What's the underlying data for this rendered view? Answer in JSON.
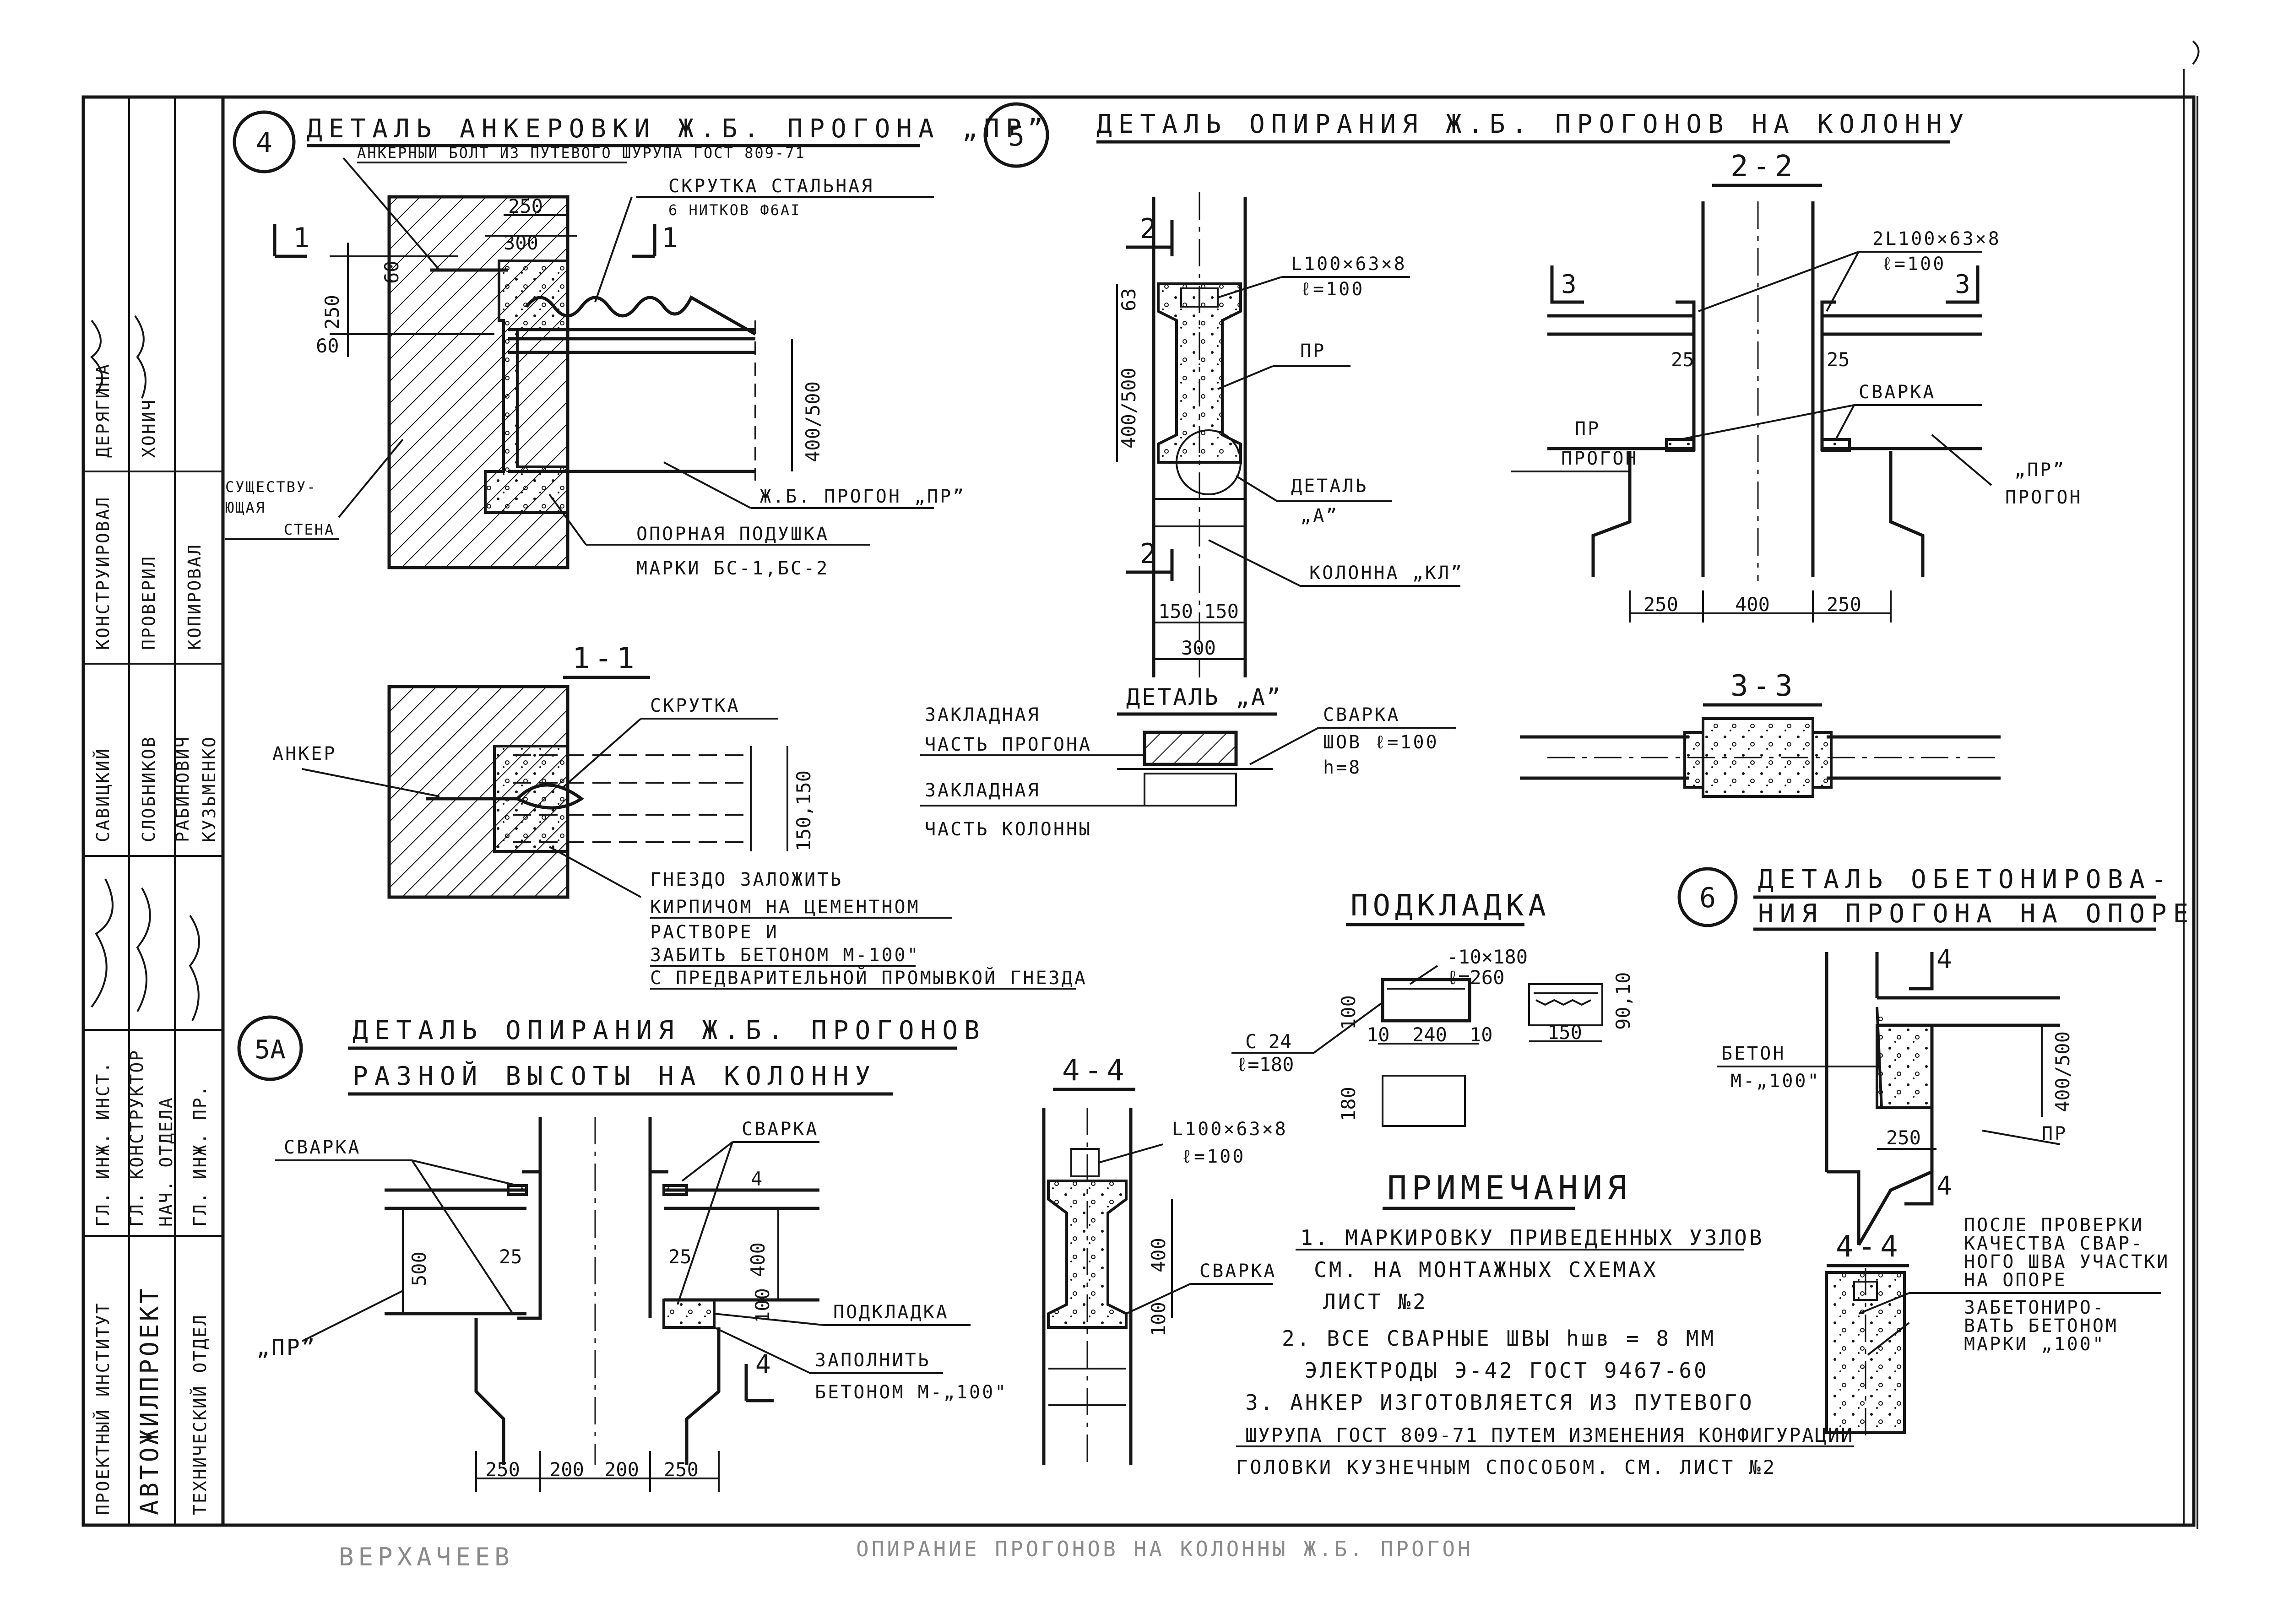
{
  "stamp": {
    "roles": [
      "ГЛ. ИНЖ. ИНСТ.",
      "ГЛ. КОНСТРУКТОР",
      "НАЧ. ОТДЕЛА",
      "ГЛ. ИНЖ. ПР."
    ],
    "names": [
      "САВИЦКИЙ",
      "СЛОБНИКОВ",
      "РАБИНОВИЧ",
      "КУЗЬМЕНКО"
    ],
    "work_roles": [
      "КОНСТРУИРОВАЛ",
      "ПРОВЕРИЛ",
      "КОПИРОВАЛ"
    ],
    "work_names": [
      "ДЕРЯГИНА",
      "ХОНИЧ"
    ],
    "institute": "ПРОЕКТНЫЙ ИНСТИТУТ",
    "institute_name": "АВТОЖИЛПРОЕКТ",
    "department": "ТЕХНИЧЕСКИЙ ОТДЕЛ"
  },
  "detail4": {
    "number": "4",
    "title": "ДЕТАЛЬ АНКЕРОВКИ Ж.Б. ПРОГОНА „ПР”",
    "bolt_label": "АНКЕРНЫЙ БОЛТ ИЗ ПУТЕВОГО ШУРУПА ГОСТ 809-71",
    "twist_label_1": "СКРУТКА СТАЛЬНАЯ",
    "twist_label_2": "6 НИТКОВ Ф6АI",
    "wall_label_1": "СУЩЕСТВУ-",
    "wall_label_2": "ЮЩАЯ",
    "wall_label_3": "СТЕНА",
    "beam_label": "Ж.Б. ПРОГОН „ПР”",
    "pad_label_1": "ОПОРНАЯ ПОДУШКА",
    "pad_label_2": "МАРКИ БС-1,БС-2",
    "section_mark": "1",
    "dim_250_top": "250",
    "dim_300": "300",
    "dim_60_a": "60",
    "dim_250_side": "250",
    "dim_60_b": "60",
    "dim_height": "400/500"
  },
  "section11": {
    "title": "1-1",
    "twist": "СКРУТКА",
    "anchor": "АНКЕР",
    "dims": "150,150",
    "note_1": "ГНЕЗДО ЗАЛОЖИТЬ",
    "note_2": "КИРПИЧОМ НА ЦЕМЕНТНОМ",
    "note_3": "РАСТВОРЕ И",
    "note_4": "ЗАБИТЬ БЕТОНОМ М-100\"",
    "note_5": "С ПРЕДВАРИТЕЛЬНОЙ ПРОМЫВКОЙ ГНЕЗДА"
  },
  "detail5": {
    "number": "5",
    "title": "ДЕТАЛЬ ОПИРАНИЯ Ж.Б. ПРОГОНОВ НА КОЛОННУ",
    "angle_1": "L100×63×8",
    "angle_1_len": "ℓ=100",
    "pr": "ПР",
    "detail_a_1": "ДЕТАЛЬ",
    "detail_a_2": "„А”",
    "column": "КОЛОННА „КЛ”",
    "sec2": "2",
    "dim_63": "63",
    "dim_height": "400/500",
    "dim_150_a": "150",
    "dim_150_b": "150",
    "dim_300": "300"
  },
  "detailA": {
    "title": "ДЕТАЛЬ „А”",
    "embed_beam_1": "ЗАКЛАДНАЯ",
    "embed_beam_2": "ЧАСТЬ ПРОГОНА",
    "embed_col_1": "ЗАКЛАДНАЯ",
    "embed_col_2": "ЧАСТЬ КОЛОННЫ",
    "weld_1": "СВАРКА",
    "weld_2": "ШОВ ℓ=100",
    "weld_3": "h=8"
  },
  "section22": {
    "title": "2-2",
    "angles": "2L100×63×8",
    "angles_len": "ℓ=100",
    "weld": "СВАРКА",
    "pr_left_1": "ПР",
    "pr_left_2": "ПРОГОН",
    "pr_right_1": "„ПР”",
    "pr_right_2": "ПРОГОН",
    "dim_25_a": "25",
    "dim_25_b": "25",
    "dim_250_a": "250",
    "dim_400": "400",
    "dim_250_b": "250",
    "mark_3": "3"
  },
  "section33": {
    "title": "3-3"
  },
  "pad": {
    "title": "ПОДКЛАДКА",
    "plate": "-10×180",
    "plate_len": "ℓ=260",
    "channel": "С 24",
    "channel_len": "ℓ=180",
    "dim_100": "100",
    "dim_240": "240",
    "dim_10_a": "10",
    "dim_10_b": "10",
    "dim_150": "150",
    "dim_90_10": "90,10",
    "dim_180": "180"
  },
  "detail6": {
    "number": "6",
    "title_1": "ДЕТАЛЬ ОБЕТОНИРОВА-",
    "title_2": "НИЯ ПРОГОНА НА ОПОРЕ",
    "concrete_1": "БЕТОН",
    "concrete_2": "М-„100\"",
    "dim_height": "400/500",
    "dim_250": "250",
    "pr": "ПР",
    "mark_4": "4"
  },
  "section44r": {
    "title": "4-4",
    "note_1": "ПОСЛЕ ПРОВЕРКИ",
    "note_2": "КАЧЕСТВА СВАР-",
    "note_3": "НОГО ШВА УЧАСТКИ",
    "note_4": "НА ОПОРЕ",
    "note_5": "ЗАБЕТОНИРО-",
    "note_6": "ВАТЬ БЕТОНОМ",
    "note_7": "МАРКИ „100\""
  },
  "detail5a": {
    "number": "5А",
    "title_1": "ДЕТАЛЬ ОПИРАНИЯ Ж.Б. ПРОГОНОВ",
    "title_2": "РАЗНОЙ ВЫСОТЫ НА КОЛОННУ",
    "weld_left": "СВАРКА",
    "weld_right": "СВАРКА",
    "pr": "„ПР”",
    "pad": "ПОДКЛАДКА",
    "fill_1": "ЗАПОЛНИТЬ",
    "fill_2": "БЕТОНОМ М-„100\"",
    "dim_500": "500",
    "dim_25_a": "25",
    "dim_25_b": "25",
    "dim_400": "400",
    "dim_100": "100",
    "dim_4": "4",
    "dim_250_a": "250",
    "dim_200_a": "200",
    "dim_200_b": "200",
    "dim_250_b": "250",
    "mark_4": "4"
  },
  "section44l": {
    "title": "4-4",
    "angle": "L100×63×8",
    "angle_len": "ℓ=100",
    "weld": "СВАРКА",
    "dim_400": "400",
    "dim_100": "100"
  },
  "notes": {
    "title": "ПРИМЕЧАНИЯ",
    "n1_a": "1. МАРКИРОВКУ ПРИВЕДЕННЫХ УЗЛОВ",
    "n1_b": "СМ. НА МОНТАЖНЫХ СХЕМАХ",
    "n1_c": "ЛИСТ №2",
    "n2_a": "2. ВСЕ СВАРНЫЕ ШВЫ hшв = 8 ММ",
    "n2_b": "ЭЛЕКТРОДЫ Э-42 ГОСТ 9467-60",
    "n3_a": "3. АНКЕР ИЗГОТОВЛЯЕТСЯ ИЗ ПУТЕВОГО",
    "n3_b": "ШУРУПА ГОСТ 809-71 ПУТЕМ ИЗМЕНЕНИЯ КОНФИГУРАЦИИ",
    "n3_c": "ГОЛОВКИ КУЗНЕЧНЫМ СПОСОБОМ. СМ. ЛИСТ №2"
  },
  "footer": {
    "left": "ВЕРХАЧЕЕВ",
    "center": "ОПИРАНИЕ ПРОГОНОВ НА КОЛОННЫ Ж.Б. ПРОГОН"
  }
}
